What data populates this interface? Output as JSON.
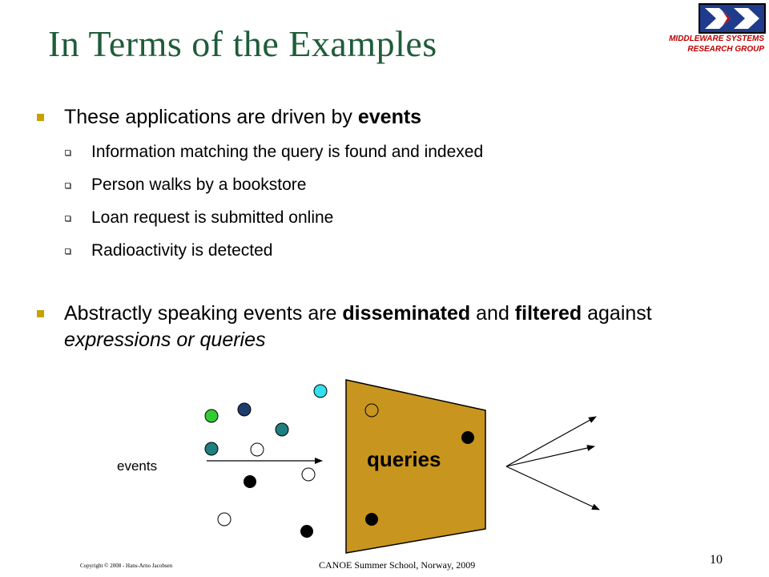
{
  "slide": {
    "title": "In Terms of the Examples",
    "organization": {
      "line1": "MIDDLEWARE SYSTEMS",
      "line2": "RESEARCH GROUP"
    },
    "bullet1": {
      "prefix": "These applications are driven by ",
      "bold": "events",
      "subitems": [
        "Information matching the query is found and indexed",
        "Person walks by a bookstore",
        "Loan request is submitted online",
        "Radioactivity is detected"
      ]
    },
    "bullet2": {
      "part1": "Abstractly speaking events are ",
      "bold1": "disseminated",
      "part2": " and ",
      "bold2": "filtered",
      "part3": " against ",
      "italic": "expressions or queries"
    },
    "diagram": {
      "events_label": "events",
      "queries_label": "queries",
      "colors": {
        "queries_fill": "#c8961e",
        "teal": "#1f7f7f",
        "navy": "#1f3c6e",
        "green": "#33cc33",
        "cyan": "#33e0f0"
      }
    },
    "footer": {
      "copyright": "Copyright © 2008 - Hans-Arno Jacobsen",
      "center": "CANOE Summer School, Norway, 2009",
      "page_number": "10"
    }
  }
}
